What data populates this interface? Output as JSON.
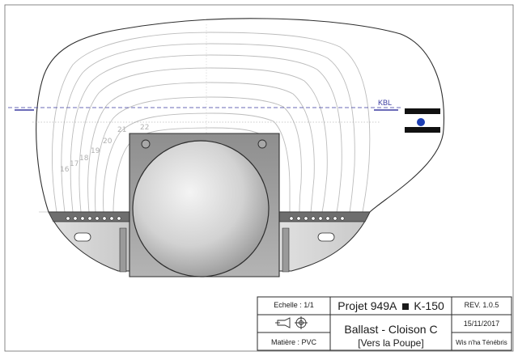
{
  "drawing": {
    "waterline_label": "KBL",
    "frame_numbers": [
      "16",
      "17",
      "18",
      "19",
      "20",
      "21",
      "22"
    ]
  },
  "title_block": {
    "scale_label": "Echelle : 1/1",
    "material_label": "Matière : PVC",
    "project": "Projet 949A",
    "project_code": "K-150",
    "part_name": "Ballast - Cloison C",
    "part_orientation": "[Vers la Poupe]",
    "revision": "REV. 1.0.5",
    "date": "15/11/2017",
    "author": "Wis n'ha Ténébris"
  },
  "colors": {
    "line": "#333333",
    "hull_contours": "#b8b8b8",
    "waterline": "#3a3aa0",
    "marker": "#1e3fb4",
    "bulkhead_fill": "#888888",
    "sphere": "#cfcfcf"
  }
}
